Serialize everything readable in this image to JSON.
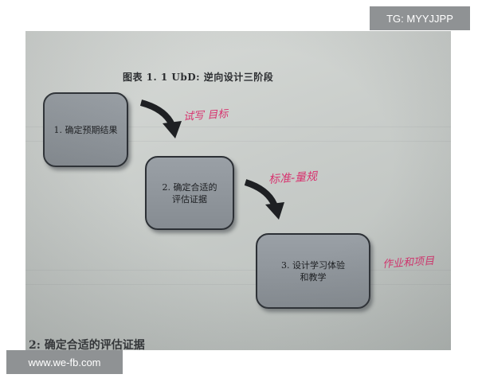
{
  "figure": {
    "title": "图表 1. 1    UbD: 逆向设计三阶段"
  },
  "stages": [
    {
      "label": "1. 确定预期结果"
    },
    {
      "label": "2. 确定合适的\n评估证据"
    },
    {
      "label": "3. 设计学习体验\n和教学"
    }
  ],
  "annotations": [
    {
      "text": "试写 目标",
      "color": "#d8326e"
    },
    {
      "text": "标准-量规",
      "color": "#d8326e"
    },
    {
      "text": "作业和项目",
      "color": "#d8326e"
    }
  ],
  "section_heading": "2: 确定合适的评估证据",
  "watermarks": {
    "tg": "TG: MYYJJPP",
    "site": "www.we-fb.com"
  },
  "icons": {
    "arrow": "curved-arrow-down-right-icon"
  }
}
